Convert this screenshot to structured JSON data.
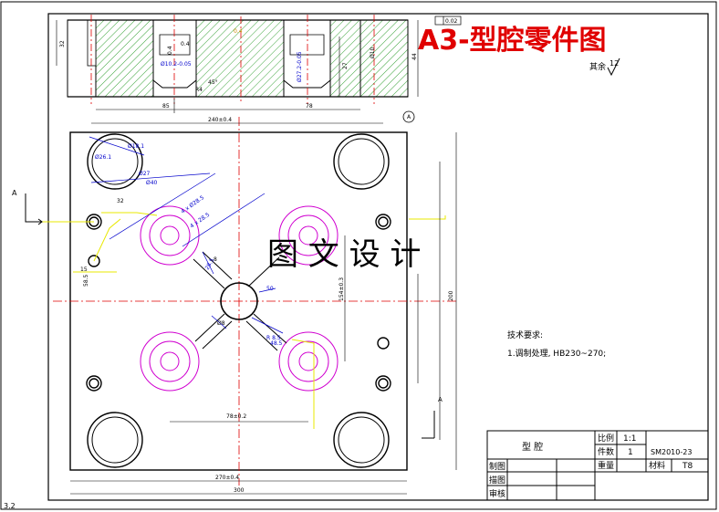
{
  "title": "A3-型腔零件图",
  "watermark": "图 文 设 计",
  "surface_finish_note": "其余",
  "surface_finish_value": "12",
  "sheet_corner_mark": "3.2",
  "tech_requirements": {
    "heading": "技术要求:",
    "item1": "1.调制处理, HB230~270;"
  },
  "title_block": {
    "part_name": "型  腔",
    "scale_label": "比例",
    "scale_value": "1:1",
    "qty_label": "件数",
    "qty_value": "1",
    "drawing_no": "SM2010-23",
    "weight_label": "重量",
    "material_label": "材料",
    "material_value": "T8",
    "drawn_label": "制图",
    "traced_label": "描图",
    "checked_label": "审核"
  },
  "section_markers": {
    "left": "A",
    "right": "A",
    "datum": "A"
  },
  "dimensions": {
    "width_top": "240±0.4",
    "width_bottom": "300",
    "width_inner": "270±0.4",
    "height_right": "200",
    "h_inner": "154±0.3",
    "cavity_pitch": "78±0.2",
    "sec_left": "85",
    "sec_right": "78",
    "sec_height": "44",
    "sec_left_h": "32",
    "sec_27": "27",
    "bore_dia": "Ø18.1",
    "hole_32": "32",
    "pin_15": "15",
    "pin_58": "58.5",
    "r_50": "50",
    "dia_40": "Ø40",
    "dia_8": "Ø8",
    "gate_1": "R 8.5",
    "gate_2": "28.5",
    "val_04a": "0.4",
    "val_04b": "0.4",
    "val_0_4": "0.4",
    "val_810": "Ø10",
    "flatness": "0.02",
    "sec_r1": "R4",
    "sec_r2": "45°",
    "sec_e1": "Ø10.2-0.05",
    "sec_e2": "Ø27.2-0.05",
    "angle_l1": "4 x Ø28.5",
    "angle_l2": "4 x 28.5",
    "cav_dia1": "Ø26.1",
    "cav_dia2": "Ø27",
    "pin_dia": "8",
    "run_len": "48.5"
  }
}
